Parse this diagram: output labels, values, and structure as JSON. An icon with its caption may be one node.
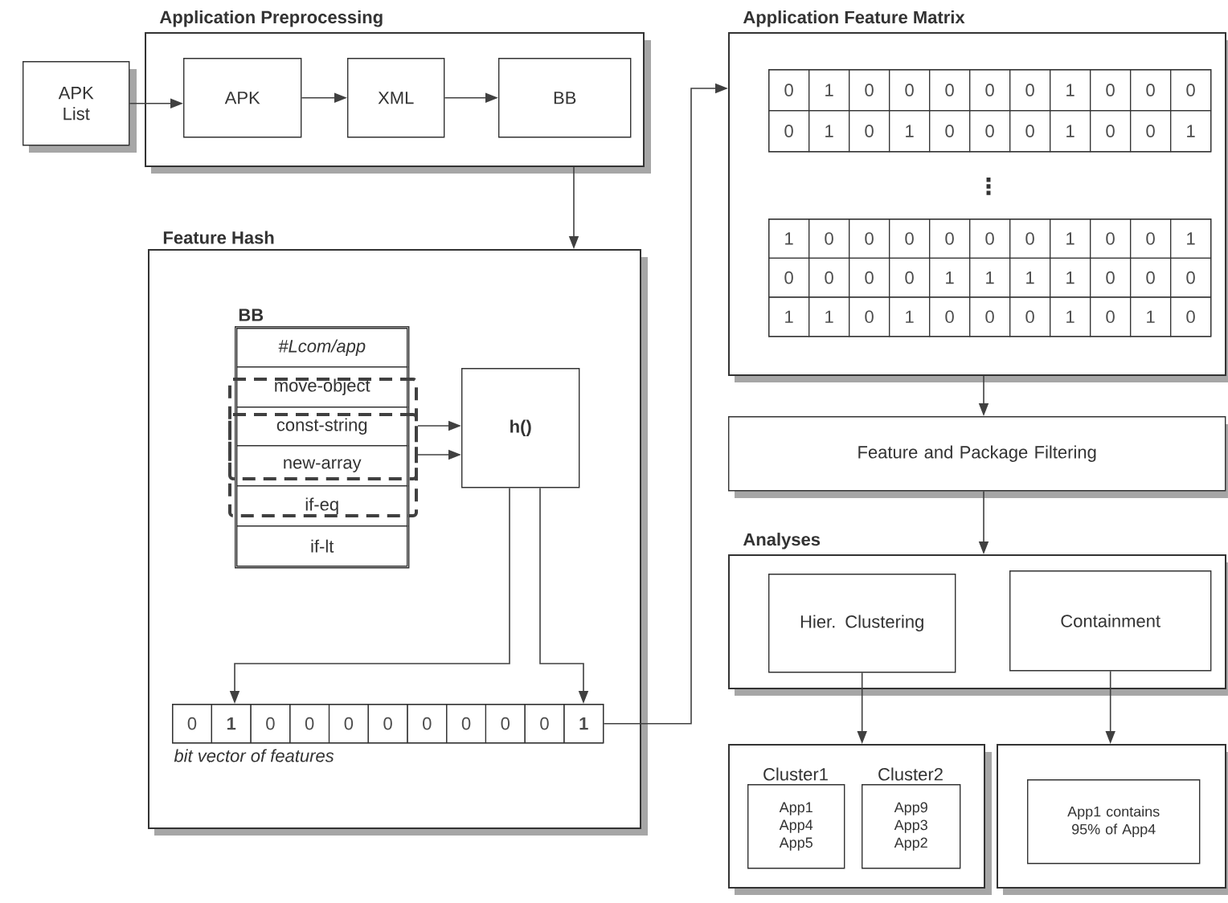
{
  "diagram": {
    "nodes": [
      {
        "text": [
          "APK List"
        ]
      },
      {
        "text": [
          "Application Preprocessing"
        ]
      },
      {
        "text": [
          "APK"
        ],
        "in": 1
      },
      {
        "text": [
          "XML"
        ],
        "in": 1
      },
      {
        "text": [
          "BB"
        ],
        "in": 1
      },
      {
        "text": [
          "Feature Hash"
        ]
      },
      {
        "text": [
          "BB"
        ],
        "in": 5
      },
      {
        "text": [],
        "shape": "box",
        "in": 5
      },
      {
        "text": [],
        "shape": "box",
        "in": 5
      },
      {
        "text": [
          "#Lcom/app"
        ],
        "in": 6
      },
      {
        "text": [
          "move-object"
        ],
        "in": 6
      },
      {
        "text": [
          "const-string"
        ],
        "in": 7
      },
      {
        "text": [
          "new-array"
        ],
        "in": 8
      },
      {
        "text": [
          "if-eq"
        ],
        "in": 6
      },
      {
        "text": [
          "if-lt"
        ],
        "in": 6
      },
      {
        "text": [
          "h()"
        ],
        "in": 5
      },
      {
        "text": [
          "0",
          "1",
          "0",
          "0",
          "0",
          "0",
          "0",
          "0",
          "0",
          "0",
          "1"
        ],
        "beside": [
          "bit vector of features"
        ],
        "in": 5
      },
      {
        "text": [
          "Application Feature Matrix"
        ]
      },
      {
        "text": [
          "0",
          "1",
          "0",
          "0",
          "0",
          "0",
          "0",
          "1",
          "0",
          "0",
          "0",
          "0",
          "1",
          "0",
          "1",
          "0",
          "0",
          "0",
          "1",
          "0",
          "0",
          "1"
        ],
        "in": 17
      },
      {
        "text": [
          "1",
          "0",
          "0",
          "0",
          "0",
          "0",
          "0",
          "1",
          "0",
          "0",
          "1",
          "0",
          "0",
          "0",
          "0",
          "1",
          "1",
          "1",
          "1",
          "0",
          "0",
          "0",
          "1",
          "1",
          "0",
          "1",
          "0",
          "0",
          "0",
          "1",
          "0",
          "1",
          "0"
        ],
        "in": 17
      },
      {
        "text": [
          "Feature and Package Filtering"
        ]
      },
      {
        "text": [
          "Analyses"
        ]
      },
      {
        "text": [
          "Hier. Clustering"
        ],
        "in": 21
      },
      {
        "text": [
          "Containment"
        ],
        "in": 21
      },
      {
        "text": [],
        "shape": "box"
      },
      {
        "text": [
          "Cluster1",
          "App1 App4 App5"
        ],
        "in": 24
      },
      {
        "text": [
          "Cluster2",
          "App9 App3 App2"
        ],
        "in": 24
      },
      {
        "text": [],
        "shape": "box"
      },
      {
        "text": [
          "App1 contains 95% of App4"
        ],
        "in": 27
      }
    ],
    "edges": [
      {
        "from": 0,
        "to": 2,
        "arrow": "to"
      },
      {
        "from": 2,
        "to": 3,
        "arrow": "to"
      },
      {
        "from": 3,
        "to": 4,
        "arrow": "to"
      },
      {
        "from": 1,
        "to": 5,
        "arrow": "to"
      },
      {
        "from": 7,
        "to": 15,
        "arrow": "to"
      },
      {
        "from": 8,
        "to": 15,
        "arrow": "to"
      },
      {
        "from": 15,
        "to": 16,
        "arrow": "to"
      },
      {
        "from": 15,
        "to": 16,
        "arrow": "to"
      },
      {
        "from": 16,
        "to": 17,
        "arrow": "to"
      },
      {
        "from": 17,
        "to": 20,
        "arrow": "to"
      },
      {
        "from": 20,
        "to": 21,
        "arrow": "to"
      },
      {
        "from": 22,
        "to": 24,
        "arrow": "to"
      },
      {
        "from": 23,
        "to": 27,
        "arrow": "to"
      }
    ],
    "labels": [
      "⋮"
    ]
  }
}
